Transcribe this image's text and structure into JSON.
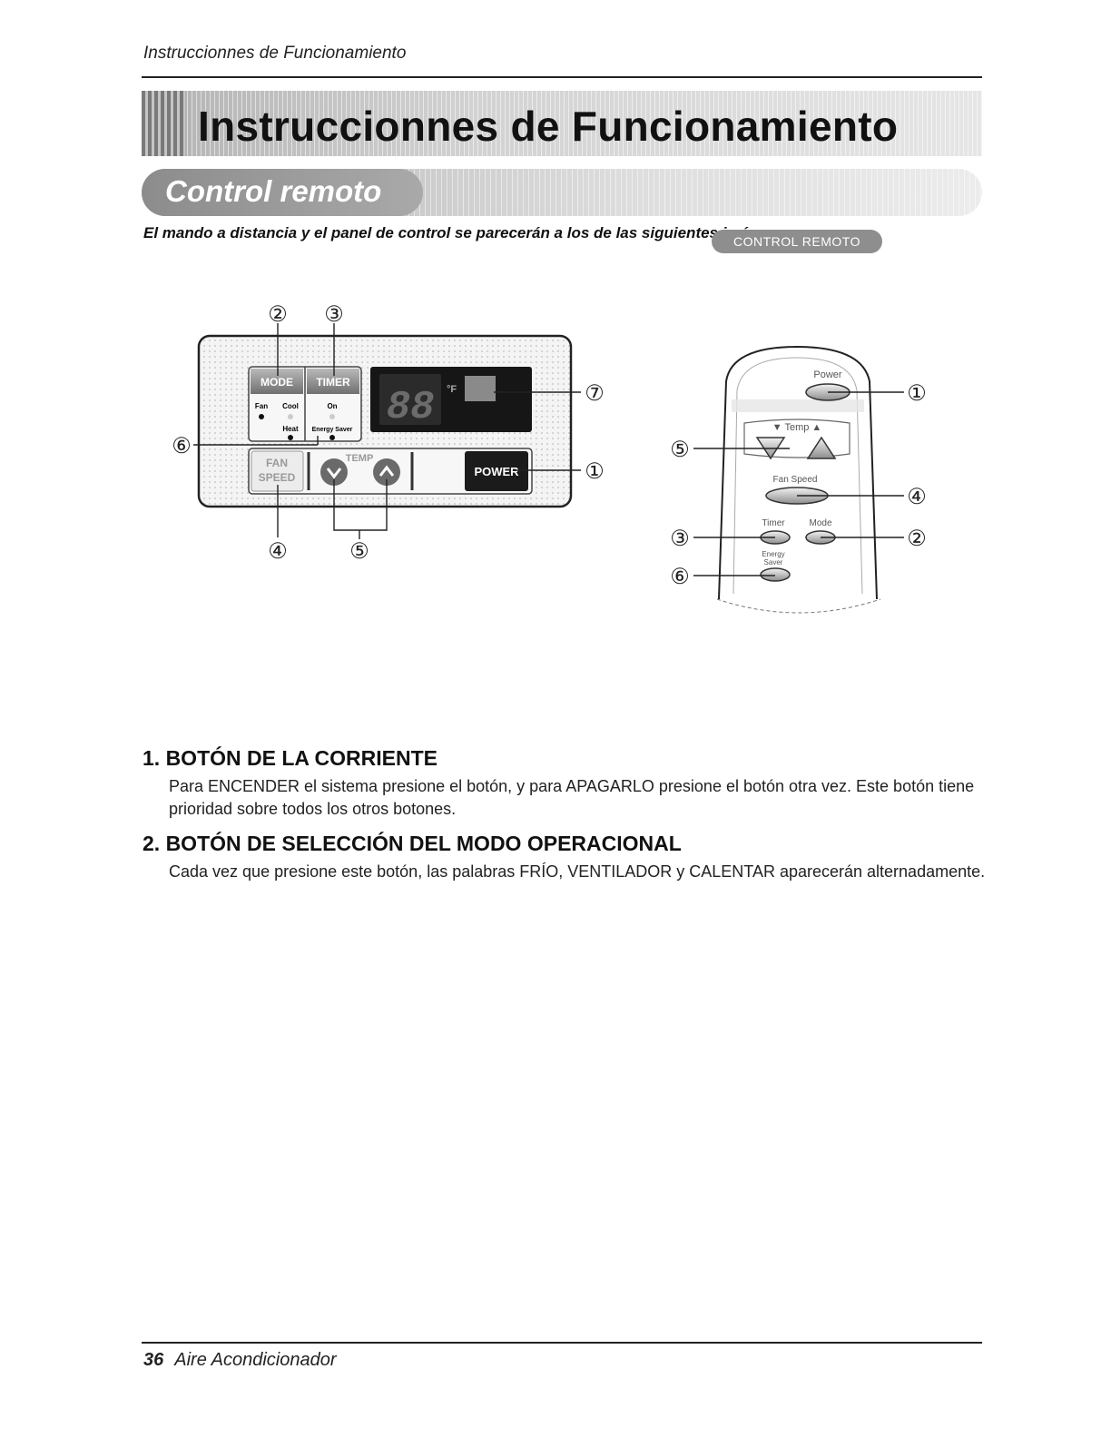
{
  "header": {
    "running_title": "Instruccionnes de Funcionamiento"
  },
  "banner": {
    "title": "Instruccionnes de Funcionamiento"
  },
  "subbanner": {
    "title": "Control remoto"
  },
  "intro": "El mando a distancia y el panel de control se parecerán a los de las siguientes imágenes.",
  "panel": {
    "mode_label": "MODE",
    "timer_label": "TIMER",
    "fan_label": "Fan",
    "cool_label": "Cool",
    "heat_label": "Heat",
    "on_label": "On",
    "energy_saver_label": "Energy Saver",
    "fan_speed_line1": "FAN",
    "fan_speed_line2": "SPEED",
    "temp_label": "TEMP",
    "power_label": "POWER",
    "display_digits": "88",
    "display_unit": "°F"
  },
  "remote": {
    "title": "CONTROL REMOTO",
    "power_label": "Power",
    "temp_label": "▼ Temp ▲",
    "fan_speed_label": "Fan Speed",
    "timer_label": "Timer",
    "mode_label": "Mode",
    "energy_saver_line1": "Energy",
    "energy_saver_line2": "Saver"
  },
  "callouts": {
    "n1": "①",
    "n2": "②",
    "n3": "③",
    "n4": "④",
    "n5": "⑤",
    "n6": "⑥",
    "n7": "⑦"
  },
  "sections": [
    {
      "heading": "1. BOTÓN DE LA CORRIENTE",
      "body": "Para ENCENDER el sistema presione el botón, y para APAGARLO presione el botón otra vez. Este botón tiene prioridad sobre todos los otros botones."
    },
    {
      "heading": "2. BOTÓN DE SELECCIÓN DEL MODO OPERACIONAL",
      "body": "Cada vez que presione este botón, las palabras FRÍO, VENTILADOR y CALENTAR aparecerán alternadamente."
    }
  ],
  "footer": {
    "page_number": "36",
    "title": "Aire Acondicionador"
  }
}
